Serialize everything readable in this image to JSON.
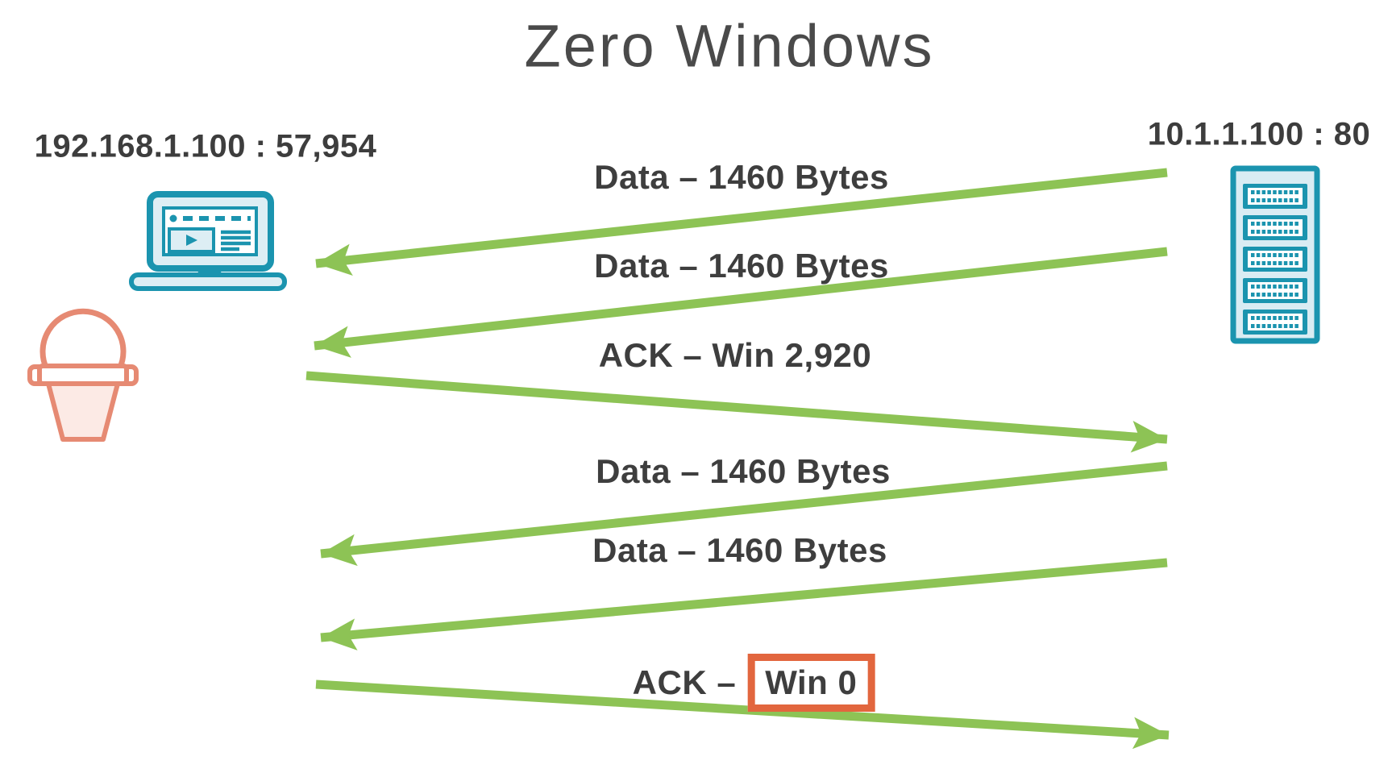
{
  "title": "Zero Windows",
  "client": {
    "address": "192.168.1.100 : 57,954",
    "icon": "laptop-video-icon"
  },
  "server": {
    "address": "10.1.1.100 : 80",
    "icon": "server-rack-icon"
  },
  "buffer_icon": "bucket-icon",
  "messages": [
    {
      "label": "Data – 1460 Bytes",
      "direction": "server-to-client"
    },
    {
      "label": "Data – 1460 Bytes",
      "direction": "server-to-client"
    },
    {
      "label": "ACK – Win 2,920",
      "direction": "client-to-server"
    },
    {
      "label": "Data – 1460 Bytes",
      "direction": "server-to-client"
    },
    {
      "label": "Data – 1460 Bytes",
      "direction": "server-to-client"
    },
    {
      "label": "ACK – Win 0",
      "prefix": "ACK –",
      "highlight": "Win 0",
      "direction": "client-to-server"
    }
  ],
  "colors": {
    "arrow_green": "#8dc355",
    "device_teal": "#1b94af",
    "device_fill": "#ddeef4",
    "bucket_salmon": "#e68a73",
    "bucket_fill": "#fceae5",
    "highlight_orange": "#e2663e",
    "text_dark": "#3e3e3e",
    "title_gray": "#4a4a4a"
  }
}
